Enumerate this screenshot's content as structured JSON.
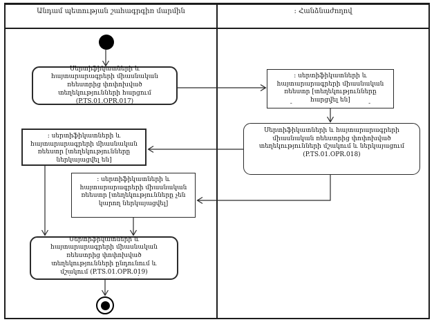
{
  "diagram": {
    "kind": "uml-activity-swimlane",
    "colors": {
      "ink": "#1a1a1a",
      "background": "#ffffff"
    },
    "lanes": {
      "left": {
        "title": "Անդամ պետության շահագրգիռ մարմին"
      },
      "right": {
        "title": ": Հանձնաժողով"
      }
    },
    "nodes": {
      "activity_request": {
        "label": "Սերտիֆիկատների և հայտարարագրերի միասնական ռեեստրից փոփոխված տեղեկությունների հարցում (P.TS.01.OPR.017)"
      },
      "object_requested": {
        "label": ": սերտիֆիկատների և հայտարարագրերի միասնական ռեեստր [տեղեկությունները հարցվել են]",
        "dashes": [
          "-",
          "-",
          "-"
        ]
      },
      "activity_process_submit": {
        "label": "Սերտիֆիկատների և հայտարարագրերի միասնական ռեեստրից փոփոխված տեղեկությունների մշակում և ներկայացում (P.TS.01.OPR.018)"
      },
      "object_submitted": {
        "label": ": սերտիֆիկատների և հայտարարագրերի միասնական ռեեստր [տեղեկությունները ներկայացվել են]"
      },
      "object_not_submittable": {
        "label": ": սերտիֆիկատների և հայտարարագրերի միասնական ռեեստր [տեղեկությունները չեն կարող ներկայացվել]"
      },
      "activity_receive": {
        "label": "Սերտիֆիկատների և հայտարարագրերի միասնական ռեեստրից փոփոխված տեղեկությունների ընդունում և մշակում (P.TS.01.OPR.019)",
        "dots": [
          ".",
          "."
        ]
      }
    }
  }
}
